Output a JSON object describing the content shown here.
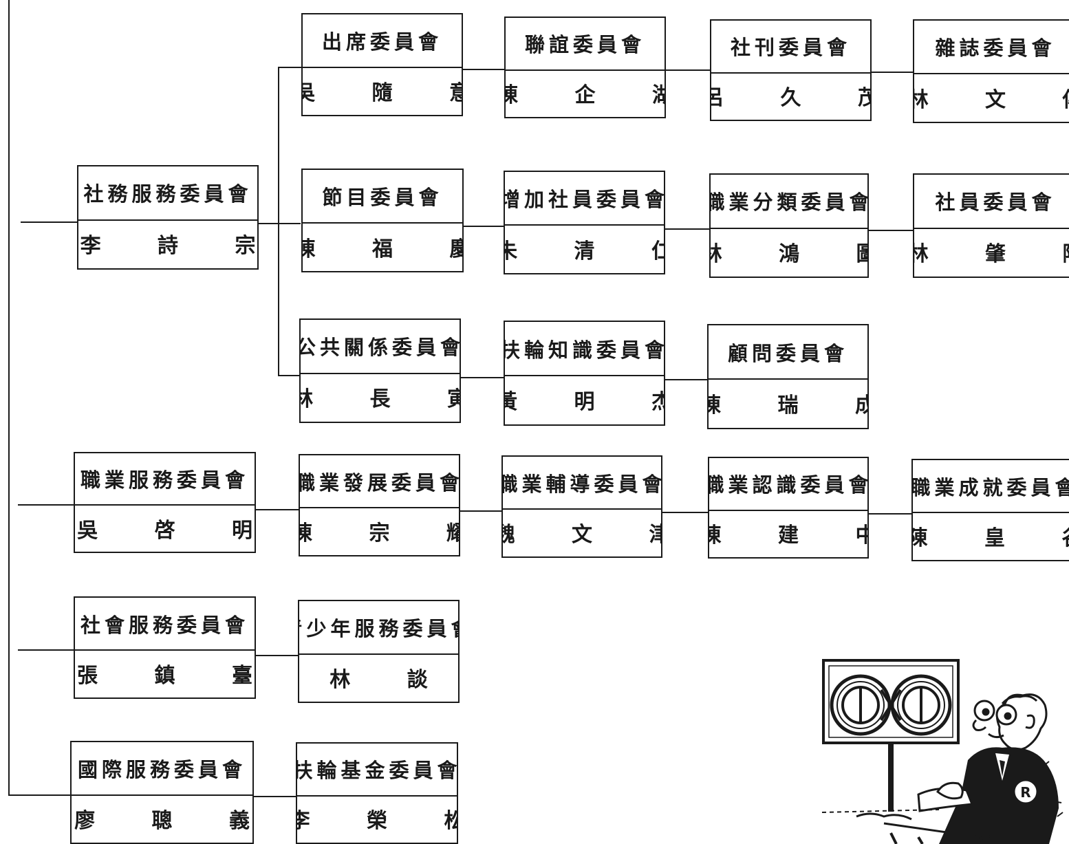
{
  "committees": [
    {
      "id": "shewu",
      "title": "社務服務委員會",
      "person": "李 詩 宗"
    },
    {
      "id": "chuxi",
      "title": "出席委員會",
      "person": "吳 隨 意"
    },
    {
      "id": "lianyi",
      "title": "聯誼委員會",
      "person": "陳 企 湖"
    },
    {
      "id": "shekan",
      "title": "社刊委員會",
      "person": "呂 久 茂"
    },
    {
      "id": "zazhi",
      "title": "雜誌委員會",
      "person": "林 文 傳"
    },
    {
      "id": "jiemu",
      "title": "節目委員會",
      "person": "陳 福 慶"
    },
    {
      "id": "zengjia",
      "title": "增加社員委員會",
      "person": "朱 清 仁"
    },
    {
      "id": "fenlei",
      "title": "職業分類委員會",
      "person": "林 鴻 圖"
    },
    {
      "id": "sheyuan",
      "title": "社員委員會",
      "person": "林 肇 陽"
    },
    {
      "id": "gonggong",
      "title": "公共關係委員會",
      "person": "林 長 寅"
    },
    {
      "id": "zhishi",
      "title": "扶輪知識委員會",
      "person": "黃 明 杰"
    },
    {
      "id": "guwen",
      "title": "顧問委員會",
      "person": "陳 瑞 成"
    },
    {
      "id": "zhiyefw",
      "title": "職業服務委員會",
      "person": "吳 啓 明"
    },
    {
      "id": "fazhan",
      "title": "職業發展委員會",
      "person": "陳 宗 耀"
    },
    {
      "id": "fudao",
      "title": "職業輔導委員會",
      "person": "魏 文 津"
    },
    {
      "id": "renshi",
      "title": "職業認識委員會",
      "person": "陳 建 中"
    },
    {
      "id": "chengjiu",
      "title": "職業成就委員會",
      "person": "陳 皇 谷"
    },
    {
      "id": "shehui",
      "title": "社會服務委員會",
      "person": "張 鎮 臺"
    },
    {
      "id": "qingshao",
      "title": "青少年服務委員會",
      "person": "林 談"
    },
    {
      "id": "guoji",
      "title": "國際服務委員會",
      "person": "廖 聰 義"
    },
    {
      "id": "jijin",
      "title": "扶輪基金委員會",
      "person": "李 榮 松"
    }
  ],
  "mascot": {
    "badge_letter": "R"
  }
}
